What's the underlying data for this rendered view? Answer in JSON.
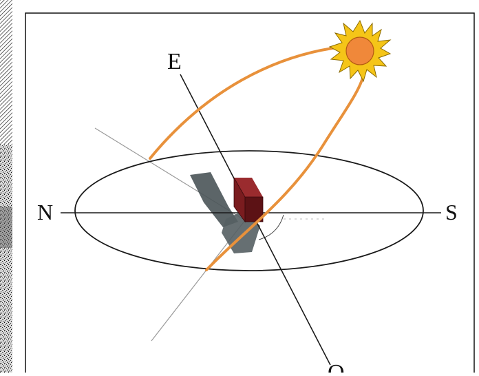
{
  "diagram": {
    "labels": {
      "north": "N",
      "south": "S",
      "east": "E",
      "west": "O"
    },
    "colors": {
      "sun_path": "#e8913b",
      "sun_core": "#f0883a",
      "sun_rays": "#f5c518",
      "building_front": "#7a1c1f",
      "building_side": "#5c1215",
      "shadow": "#4a5458",
      "horizon": "#1a1a1a",
      "hatch": "#222222"
    },
    "icons": [
      "sun-icon",
      "building-icon"
    ]
  }
}
